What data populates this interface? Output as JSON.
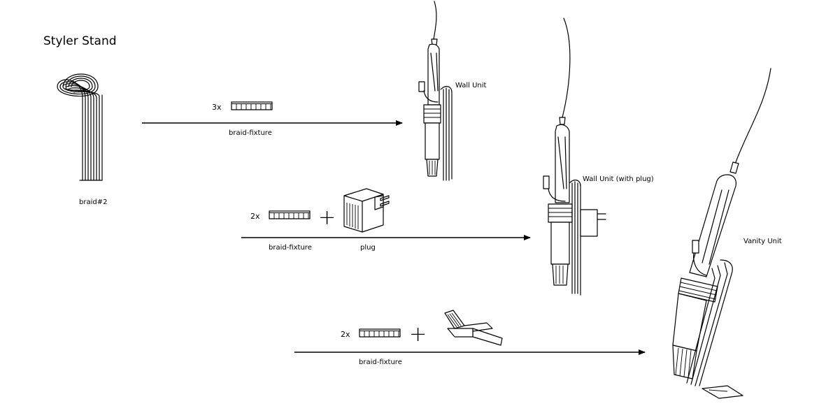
{
  "title": "Styler Stand",
  "source": {
    "label": "braid#2"
  },
  "results": [
    {
      "label": "Wall Unit"
    },
    {
      "label": "Wall Unit (with plug)"
    },
    {
      "label": "Vanity Unit"
    }
  ],
  "steps": [
    {
      "count": "3x",
      "part_label": "braid-fixture",
      "extra_label": ""
    },
    {
      "count": "2x",
      "part_label": "braid-fixture",
      "extra_label": "plug",
      "plus": "+"
    },
    {
      "count": "2x",
      "part_label": "braid-fixture",
      "extra_label": "",
      "plus": "+"
    }
  ]
}
